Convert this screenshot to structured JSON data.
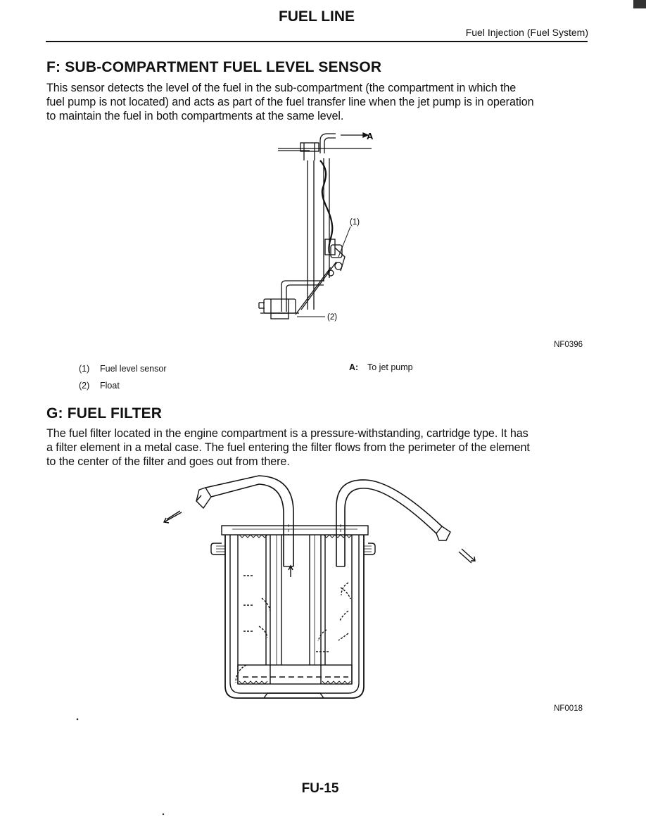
{
  "header": {
    "chapter_title": "FUEL LINE",
    "section_title": "Fuel Injection (Fuel System)"
  },
  "section_f": {
    "heading": "F: SUB-COMPARTMENT FUEL LEVEL SENSOR",
    "paragraph": [
      "This sensor detects the level of the fuel in the sub-compartment (the compartment in which the",
      "fuel pump is not located) and acts as part of the fuel transfer line when the jet pump is in operation",
      "to maintain the fuel in both compartments at the same level."
    ],
    "figure": {
      "callout_a": "A",
      "callout_1": "(1)",
      "callout_2": "(2)",
      "code": "NF0396"
    },
    "legend": [
      {
        "num": "(1)",
        "text": "Fuel level sensor"
      },
      {
        "num": "(2)",
        "text": "Float"
      }
    ],
    "legend_key": {
      "key": "A:",
      "text": "To jet pump"
    }
  },
  "section_g": {
    "heading": "G: FUEL FILTER",
    "paragraph": [
      "The fuel filter located in the engine compartment is a pressure-withstanding, cartridge type. It has",
      "a filter element in a metal case. The fuel entering the filter flows from the perimeter of the element",
      "to the center of the filter and goes out from there."
    ],
    "figure": {
      "code": "NF0018"
    }
  },
  "footer": {
    "page_number": "FU-15"
  }
}
